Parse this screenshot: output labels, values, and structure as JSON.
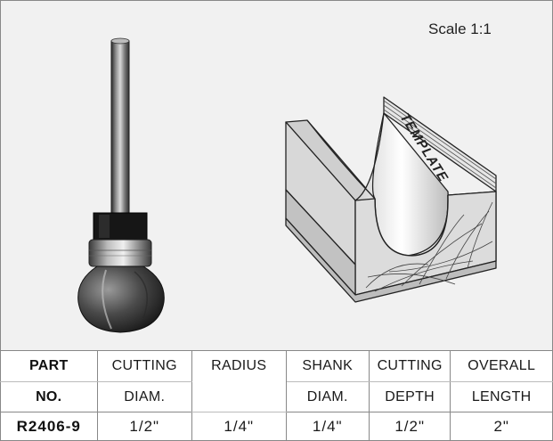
{
  "scale_label": "Scale 1:1",
  "template_label": "TEMPLATE",
  "table": {
    "headers": [
      {
        "line1": "PART",
        "line2": "NO."
      },
      {
        "line1": "CUTTING",
        "line2": "DIAM."
      },
      {
        "line1": "RADIUS",
        "line2": ""
      },
      {
        "line1": "SHANK",
        "line2": "DIAM."
      },
      {
        "line1": "CUTTING",
        "line2": "DEPTH"
      },
      {
        "line1": "OVERALL",
        "line2": "LENGTH"
      }
    ],
    "rows": [
      [
        "R2406-9",
        "1/2\"",
        "1/4\"",
        "1/4\"",
        "1/2\"",
        "2\""
      ]
    ]
  }
}
